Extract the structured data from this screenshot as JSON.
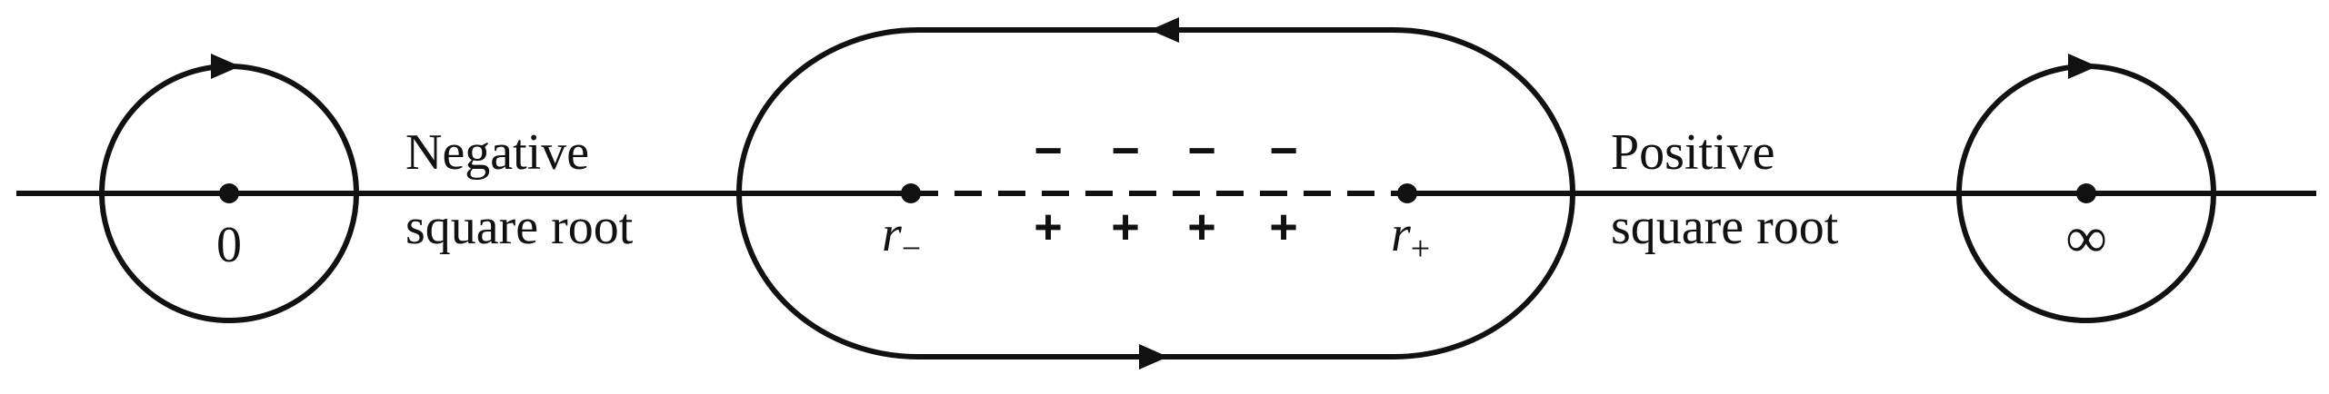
{
  "points": {
    "zero": "0",
    "infinity": "∞",
    "r_minus_symbol": "r",
    "r_minus_subscript": "−",
    "r_plus_symbol": "r",
    "r_plus_subscript": "+"
  },
  "labels": {
    "left_line1": "Negative",
    "left_line2": "square root",
    "right_line1": "Positive",
    "right_line2": "square root"
  },
  "cut_signs": {
    "upper": [
      "−",
      "−",
      "−",
      "−"
    ],
    "lower": [
      "+",
      "+",
      "+",
      "+"
    ]
  },
  "colors": {
    "ink": "#111111",
    "background": "#ffffff"
  }
}
